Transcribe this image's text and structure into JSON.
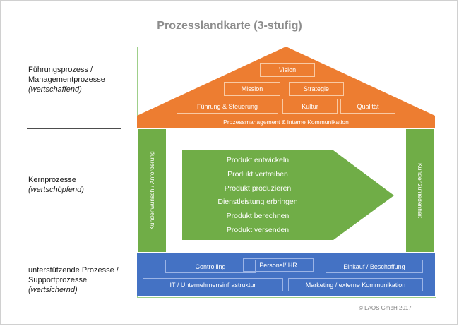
{
  "title": "Prozesslandkarte (3-stufig)",
  "left_labels": {
    "management": {
      "line1": "Führungsprozess /",
      "line2": "Managementprozesse",
      "line3": "(wertschaffend)"
    },
    "core": {
      "line1": "Kernprozesse",
      "line2": "(wertschöpfend)"
    },
    "support": {
      "line1": "unterstützende Prozesse /",
      "line2": "Supportprozesse",
      "line3": "(wertsichernd)"
    }
  },
  "roof": {
    "vision": "Vision",
    "mission": "Mission",
    "strategie": "Strategie",
    "fuehrung": "Führung & Steuerung",
    "kultur": "Kultur",
    "qualitaet": "Qualität"
  },
  "band": "Prozessmanagement & interne Kommunikation",
  "left_pillar": "Kundenwunsch / Anforderung",
  "right_pillar": "Kundenzufriedenheit",
  "core_processes": [
    "Produkt entwickeln",
    "Produkt vertreiben",
    "Produkt produzieren",
    "Dienstleistung erbringen",
    "Produkt berechnen",
    "Produkt versenden"
  ],
  "support": {
    "controlling": "Controlling",
    "personal": "Personal/ HR",
    "einkauf": "Einkauf / Beschaffung",
    "it": "IT / Unternehmensinfrastruktur",
    "marketing": "Marketing / externe Kommunikation"
  },
  "footer": "© LAOS GmbH 2017",
  "colors": {
    "roof": "#ed7d31",
    "core": "#70ad47",
    "support": "#4472c4",
    "title": "#8c8c8c"
  }
}
